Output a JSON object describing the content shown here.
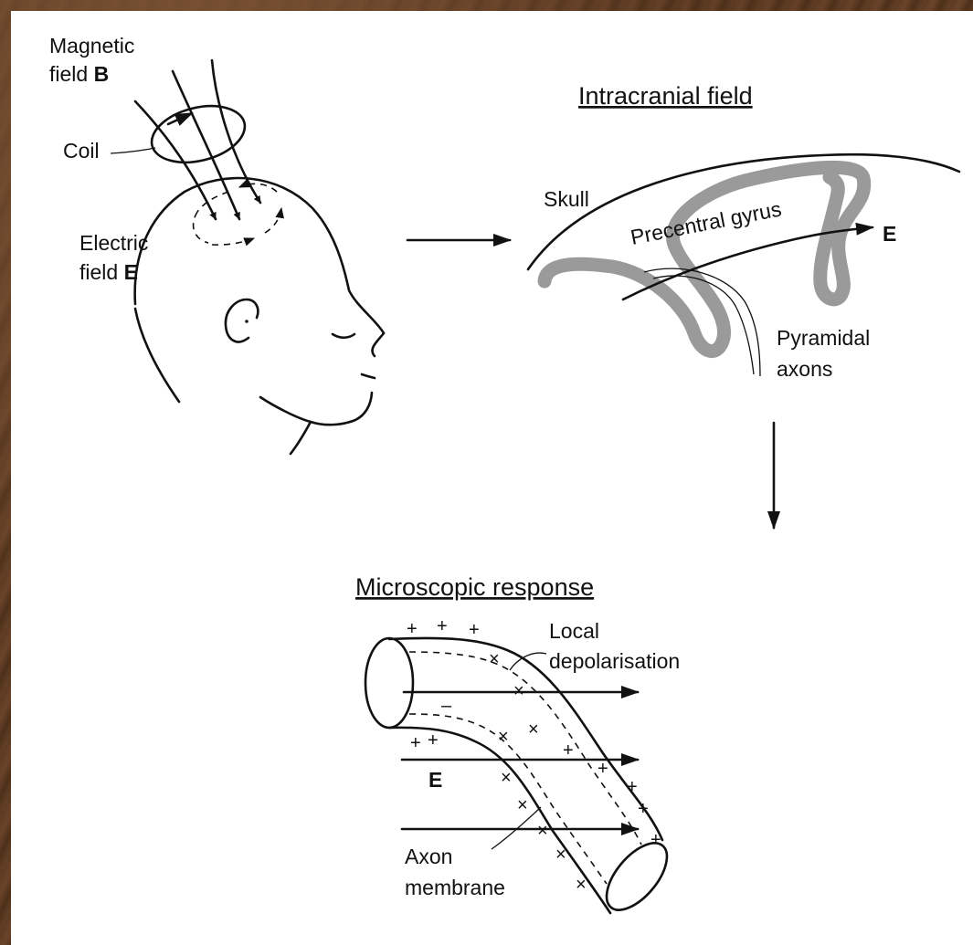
{
  "head_panel": {
    "magnetic_line1": "Magnetic",
    "magnetic_line2_prefix": "field ",
    "magnetic_symbol": "B",
    "coil": "Coil",
    "electric_line1": "Electric",
    "electric_line2_prefix": "field ",
    "electric_symbol": "E"
  },
  "intracranial_panel": {
    "title": "Intracranial field",
    "skull": "Skull",
    "gyrus": "Precentral gyrus",
    "field_symbol": "E",
    "pyramidal_line1": "Pyramidal",
    "pyramidal_line2": "axons"
  },
  "microscopic_panel": {
    "title": "Microscopic response",
    "local_line1": "Local",
    "local_line2": "depolarisation",
    "field_symbol": "E",
    "axon_line1": "Axon",
    "axon_line2": "membrane"
  },
  "colors": {
    "ink": "#111111",
    "gyrus_gray": "#9a9a9a",
    "background_brown": "#5a3a24"
  }
}
